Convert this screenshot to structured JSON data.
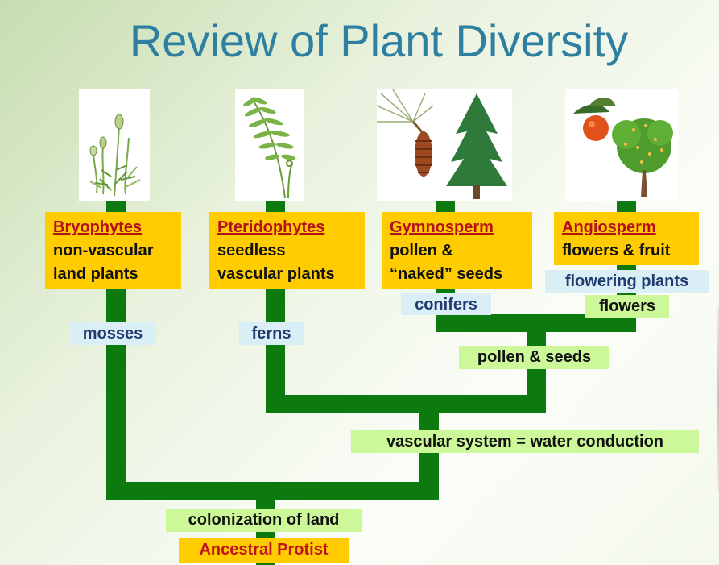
{
  "title": "Review of Plant Diversity",
  "groups": [
    {
      "name": "Bryophytes",
      "line1": "non-vascular",
      "line2": "land plants",
      "common": "mosses",
      "image": "moss-illustration"
    },
    {
      "name": "Pteridophytes",
      "line1": "seedless",
      "line2": "vascular plants",
      "common": "ferns",
      "image": "fern-illustration"
    },
    {
      "name": "Gymnosperm",
      "line1": "pollen  &",
      "line2": "“naked” seeds",
      "common": "conifers",
      "image": "pine-cone-and-conifer-illustration"
    },
    {
      "name": "Angiosperm",
      "line1": "flowers & fruit",
      "line2": "",
      "common": "flowering plants",
      "image": "orange-and-fruit-tree-illustration"
    }
  ],
  "innovations": {
    "flowers": "flowers",
    "pollen_seeds": "pollen & seeds",
    "vascular": "vascular system = water conduction",
    "land": "colonization of land",
    "root": "Ancestral Protist"
  },
  "colors": {
    "title": "#2e7fa0",
    "branch": "#0d7a10",
    "group_box": "#ffcc00",
    "group_name": "#b5111d",
    "common_tag": "#daeef6",
    "innovation_tag": "#ccf899"
  }
}
